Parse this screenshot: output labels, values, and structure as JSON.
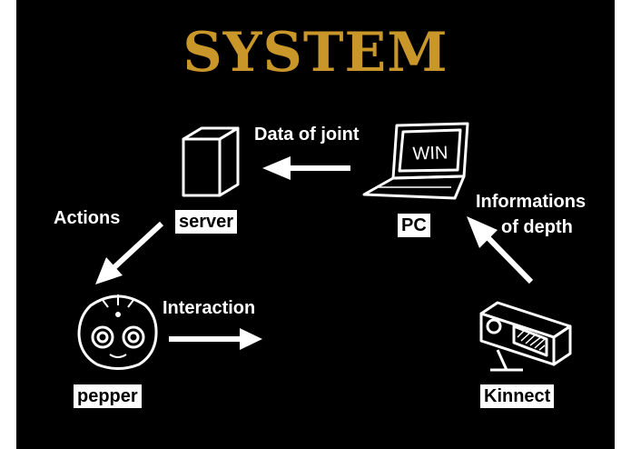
{
  "slide": {
    "title": "SYSTEM",
    "colors": {
      "background": "#000000",
      "title": "#C9962A",
      "foreground": "#FFFFFF"
    }
  },
  "nodes": {
    "server": {
      "label": "server",
      "icon": "server-tower-icon"
    },
    "pc": {
      "label": "PC",
      "icon": "laptop-icon",
      "screen_text": "WIN"
    },
    "pepper": {
      "label": "pepper",
      "icon": "robot-head-icon"
    },
    "kinnect": {
      "label": "Kinnect",
      "icon": "depth-sensor-icon"
    }
  },
  "edges": {
    "data_of_joint": "Data of joint",
    "informations_line1": "Informations",
    "informations_line2": "of depth",
    "actions": "Actions",
    "interaction": "Interaction"
  }
}
